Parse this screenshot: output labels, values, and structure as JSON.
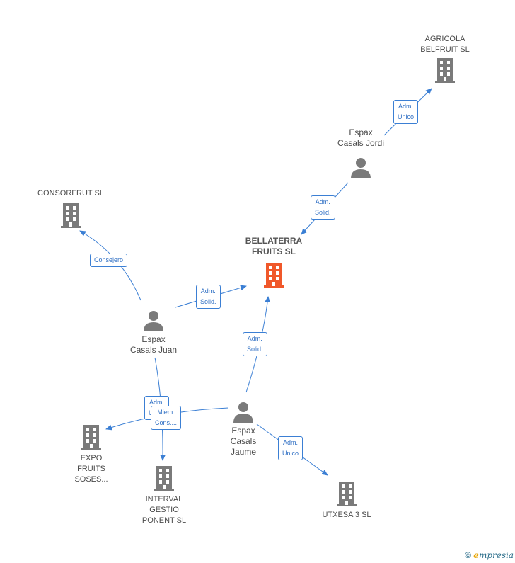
{
  "colors": {
    "edge": "#3b7fd4",
    "building": "#7a7a7a",
    "focus_building": "#f0582a",
    "person": "#7a7a7a"
  },
  "companies": {
    "agricola": {
      "name": "AGRICOLA\nBELFRUIT  SL",
      "icon": "building-icon"
    },
    "consorfrut": {
      "name": "CONSORFRUT SL",
      "icon": "building-icon"
    },
    "bellaterra": {
      "name": "BELLATERRA\nFRUITS  SL",
      "icon": "building-icon"
    },
    "expo": {
      "name": "EXPO\nFRUITS\nSOSES...",
      "icon": "building-icon"
    },
    "interval": {
      "name": "INTERVAL\nGESTIO\nPONENT  SL",
      "icon": "building-icon"
    },
    "utxesa": {
      "name": "UTXESA 3 SL",
      "icon": "building-icon"
    }
  },
  "persons": {
    "jordi": {
      "name": "Espax\nCasals Jordi",
      "icon": "person-icon"
    },
    "juan": {
      "name": "Espax\nCasals Juan",
      "icon": "person-icon"
    },
    "jaume": {
      "name": "Espax\nCasals\nJaume",
      "icon": "person-icon"
    }
  },
  "edge_labels": {
    "jordi_agricola": "Adm.\nUnico",
    "jordi_bellaterra": "Adm.\nSolid.",
    "juan_consorfrut": "Consejero",
    "juan_bellaterra": "Adm.\nSolid.",
    "jaume_bellaterra": "Adm.\nSolid.",
    "juan_interval": "Adm.\nUnico",
    "jaume_expo": "Miem.\nCons....",
    "jaume_utxesa": "Adm.\nUnico"
  },
  "footer": {
    "copyright": "©",
    "brand_initial": "e",
    "brand_rest": "mpresia"
  }
}
